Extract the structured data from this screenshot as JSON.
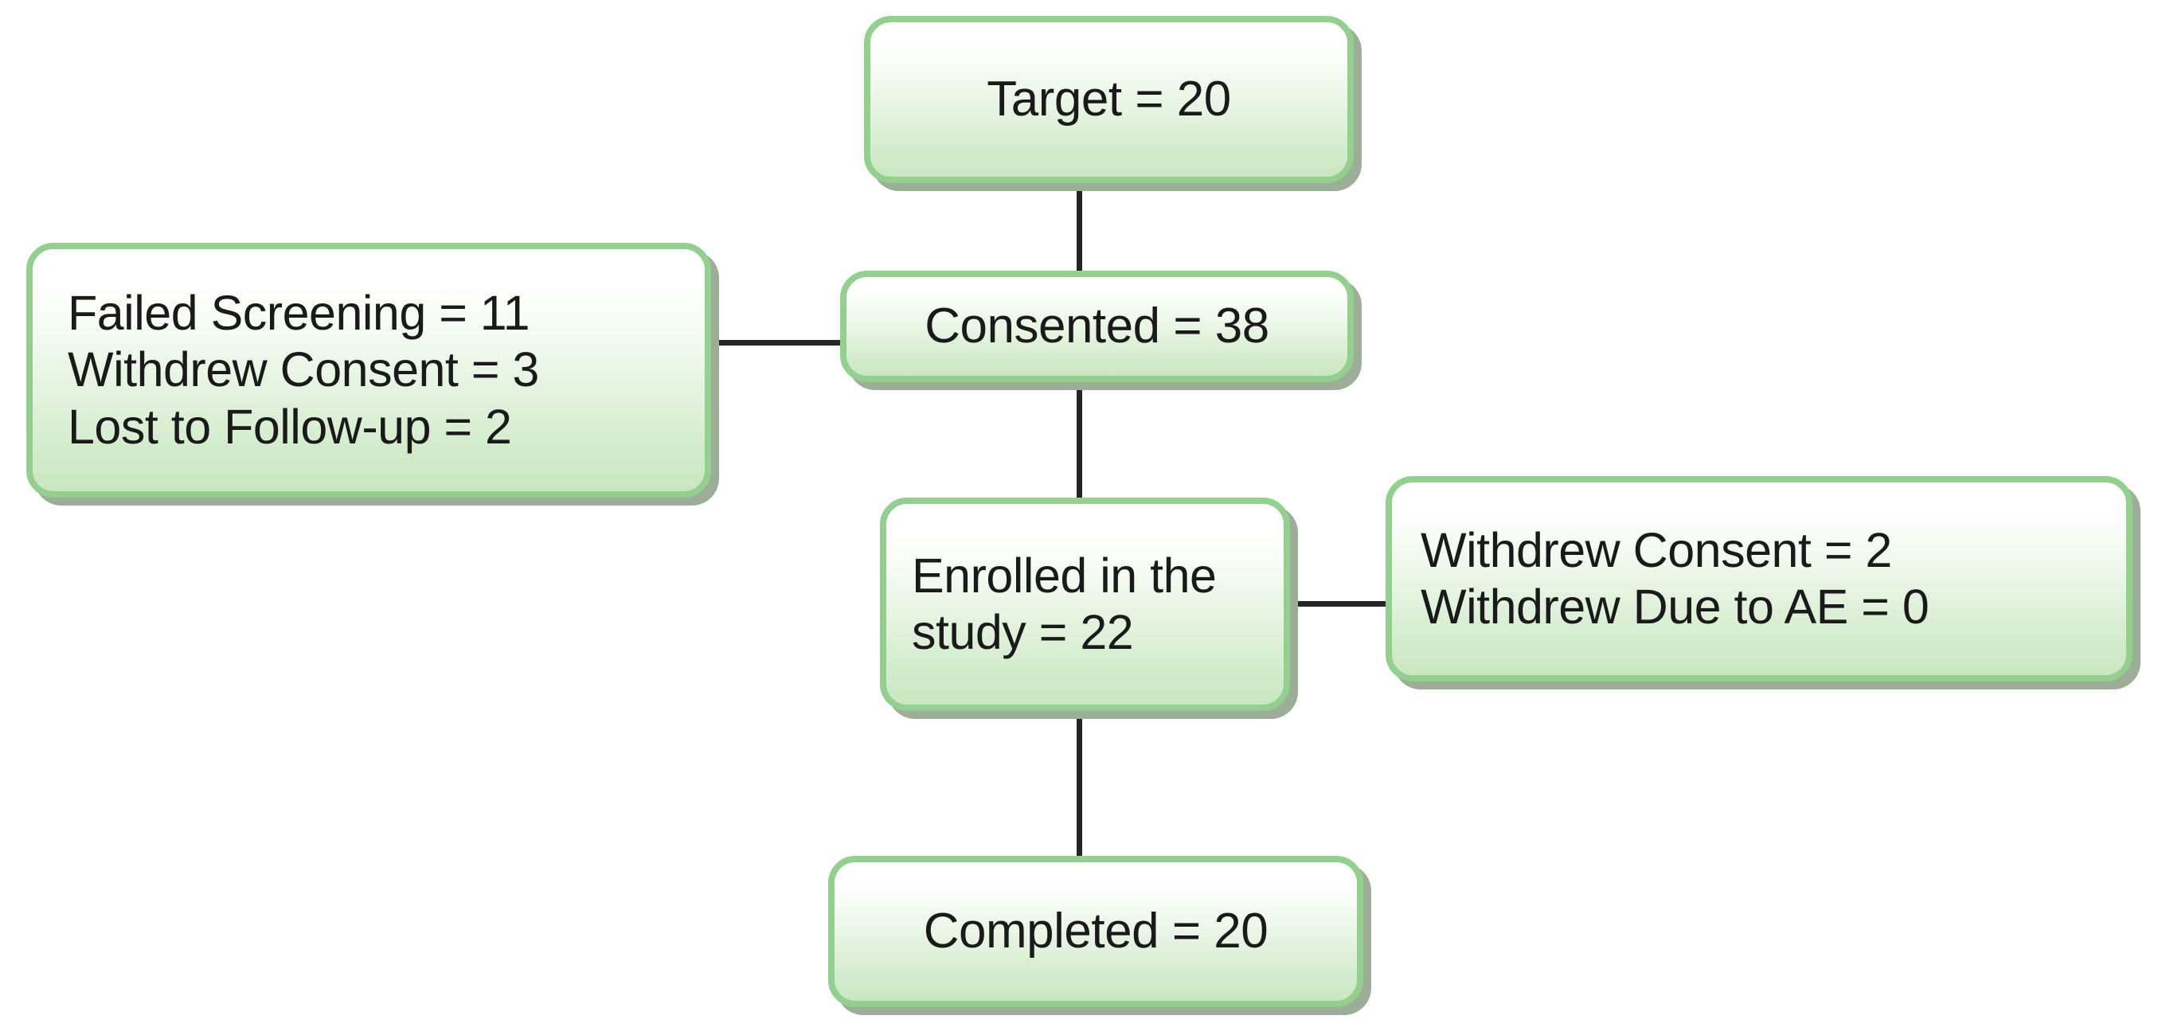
{
  "diagram": {
    "type": "clinical-trial-flow-chart",
    "colors": {
      "box_border": "#93cf8e",
      "box_fill_top": "#ffffff",
      "box_fill_bottom": "#c8e7c0",
      "box_shadow": "#9dae98",
      "connector": "#262626",
      "text": "#1a1a1a",
      "background": "#ffffff"
    },
    "nodes": [
      {
        "id": "target",
        "name": "target-box",
        "lines": [
          "Target = 20"
        ],
        "align": "center"
      },
      {
        "id": "failed_screening",
        "name": "screening-losses-box",
        "lines": [
          "Failed Screening = 11",
          "Withdrew Consent = 3",
          "Lost to Follow-up = 2"
        ],
        "align": "left"
      },
      {
        "id": "consented",
        "name": "consented-box",
        "lines": [
          "Consented = 38"
        ],
        "align": "center"
      },
      {
        "id": "enrolled",
        "name": "enrolled-box",
        "lines": [
          "Enrolled in the",
          "study = 22"
        ],
        "align": "left"
      },
      {
        "id": "withdrawals",
        "name": "post-enrollment-withdrawals-box",
        "lines": [
          "Withdrew Consent = 2",
          "Withdrew Due to AE = 0"
        ],
        "align": "left"
      },
      {
        "id": "completed",
        "name": "completed-box",
        "lines": [
          "Completed = 20"
        ],
        "align": "center"
      }
    ],
    "edges": [
      {
        "from": "target",
        "to": "consented",
        "orientation": "vertical"
      },
      {
        "from": "failed_screening",
        "to": "consented",
        "orientation": "horizontal"
      },
      {
        "from": "consented",
        "to": "enrolled",
        "orientation": "vertical"
      },
      {
        "from": "enrolled",
        "to": "withdrawals",
        "orientation": "horizontal"
      },
      {
        "from": "enrolled",
        "to": "completed",
        "orientation": "vertical"
      }
    ],
    "values": {
      "target": 20,
      "consented": 38,
      "failed_screening": 11,
      "withdrew_consent_screening": 3,
      "lost_to_followup": 2,
      "enrolled": 22,
      "withdrew_consent_enrolled": 2,
      "withdrew_due_to_ae": 0,
      "completed": 20
    }
  }
}
